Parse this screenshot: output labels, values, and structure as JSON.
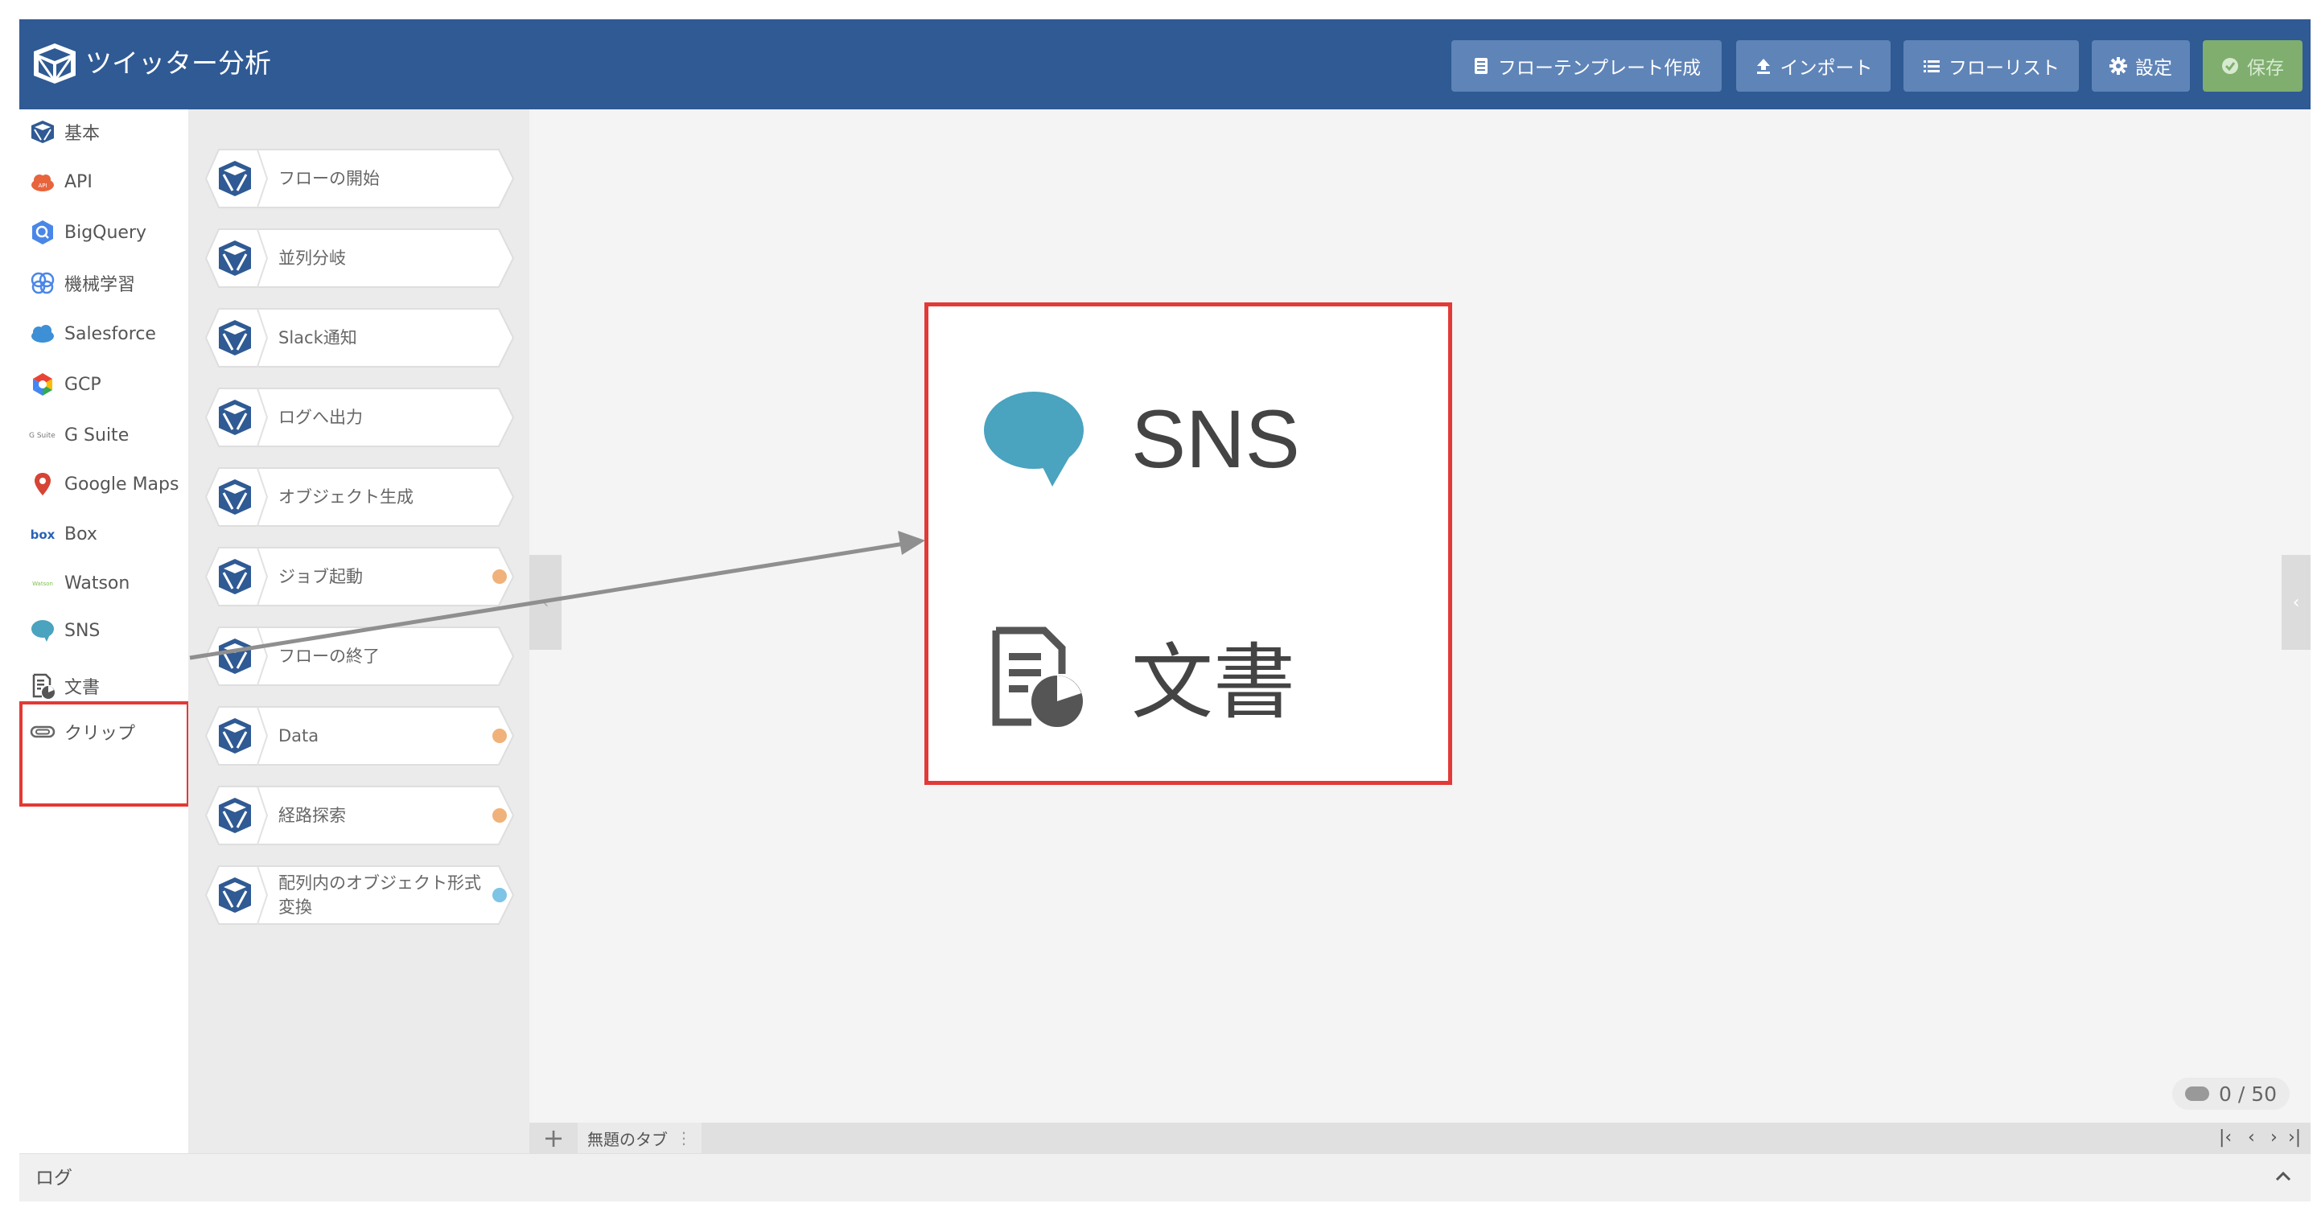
{
  "app": {
    "title": "ツイッター分析"
  },
  "header": {
    "buttons": [
      {
        "label": "フローテンプレート作成",
        "icon": "template-icon"
      },
      {
        "label": "インポート",
        "icon": "upload-icon"
      },
      {
        "label": "フローリスト",
        "icon": "list-icon"
      },
      {
        "label": "設定",
        "icon": "gear-icon"
      },
      {
        "label": "保存",
        "icon": "check-circle-icon"
      }
    ]
  },
  "categories": [
    {
      "label": "基本",
      "icon": "flow-logo-icon"
    },
    {
      "label": "API",
      "icon": "api-cloud-icon"
    },
    {
      "label": "BigQuery",
      "icon": "bigquery-icon"
    },
    {
      "label": "機械学習",
      "icon": "brain-icon"
    },
    {
      "label": "Salesforce",
      "icon": "salesforce-cloud-icon"
    },
    {
      "label": "GCP",
      "icon": "gcp-icon"
    },
    {
      "label": "G Suite",
      "icon": "gsuite-icon",
      "icon_text": "G Suite"
    },
    {
      "label": "Google Maps",
      "icon": "map-pin-icon"
    },
    {
      "label": "Box",
      "icon": "box-icon",
      "icon_text": "box"
    },
    {
      "label": "Watson",
      "icon": "watson-icon",
      "icon_text": "Watson"
    },
    {
      "label": "SNS",
      "icon": "speech-bubble-icon"
    },
    {
      "label": "文書",
      "icon": "document-chart-icon"
    },
    {
      "label": "クリップ",
      "icon": "paperclip-icon"
    }
  ],
  "palette": {
    "nodes": [
      {
        "label": "フローの開始",
        "badge": null
      },
      {
        "label": "並列分岐",
        "badge": null
      },
      {
        "label": "Slack通知",
        "badge": null
      },
      {
        "label": "ログへ出力",
        "badge": null
      },
      {
        "label": "オブジェクト生成",
        "badge": null
      },
      {
        "label": "ジョブ起動",
        "badge": "#f0b27a"
      },
      {
        "label": "フローの終了",
        "badge": null
      },
      {
        "label": "Data",
        "badge": "#f0b27a"
      },
      {
        "label": "経路探索",
        "badge": "#f0b27a"
      },
      {
        "label": "配列内のオブジェクト形式変換",
        "badge": "#7ec4e6",
        "label_lines": [
          "配列内のオブジェクト形式",
          "変換"
        ]
      }
    ]
  },
  "zoom_callout": {
    "items": [
      {
        "label": "SNS",
        "icon": "speech-bubble-icon"
      },
      {
        "label": "文書",
        "icon": "document-chart-icon"
      }
    ]
  },
  "counter": {
    "text": "0 / 50"
  },
  "tabs": {
    "add_label": "+",
    "items": [
      {
        "label": "無題のタブ",
        "menu": "⋮"
      }
    ],
    "nav": [
      "|‹",
      "‹",
      "›",
      "›|"
    ]
  },
  "log": {
    "label": "ログ"
  },
  "colors": {
    "header": "#2f5a94",
    "header_button": "#5f84b8",
    "save_button": "#7fae6e",
    "highlight": "#e23a36",
    "sns": "#4aa3bf",
    "arrow": "#8f8f8f"
  }
}
